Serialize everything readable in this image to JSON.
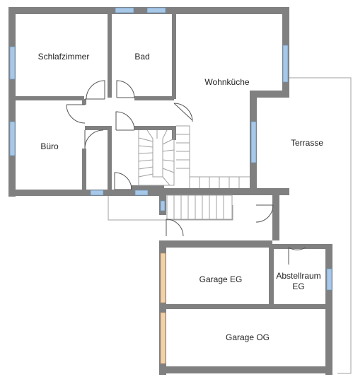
{
  "floor_plan": {
    "rooms": {
      "schlafzimmer": "Schlafzimmer",
      "bad": "Bad",
      "wohnkueche": "Wohnküche",
      "buero": "Büro",
      "terrasse": "Terrasse",
      "garage_eg": "Garage EG",
      "abstellraum_line1": "Abstellraum",
      "abstellraum_line2": "EG",
      "garage_og": "Garage OG"
    },
    "colors": {
      "wall": "#808080",
      "window": "#a8c8e8",
      "garage_door": "#f2d2a8",
      "thin_line": "#9a9a9a",
      "background": "#ffffff"
    }
  }
}
